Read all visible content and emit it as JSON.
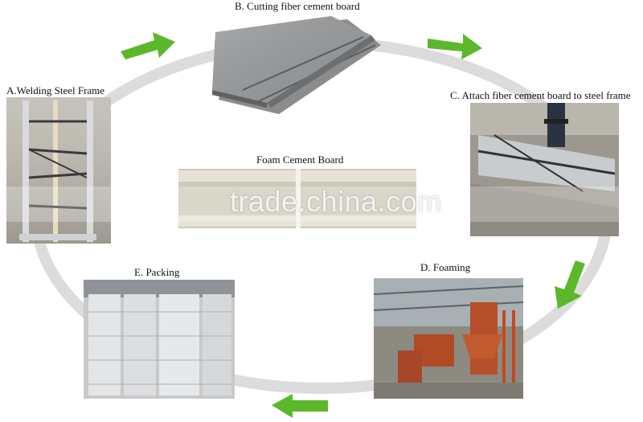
{
  "diagram": {
    "stages": {
      "a": {
        "label": "A.Welding Steel Frame"
      },
      "b": {
        "label": "B. Cutting fiber cement board"
      },
      "c": {
        "label": "C. Attach fiber cement board to steel frame"
      },
      "d": {
        "label": "D. Foaming"
      },
      "e": {
        "label": "E. Packing"
      }
    },
    "center": {
      "label": "Foam Cement Board"
    },
    "watermark": "trade.china.com",
    "colors": {
      "arrow": "#5cb82a",
      "ring": "#d9d9d9"
    },
    "icons": [
      "arrow-right-icon",
      "arrow-down-left-icon",
      "arrow-left-icon",
      "arrow-up-right-icon"
    ]
  }
}
